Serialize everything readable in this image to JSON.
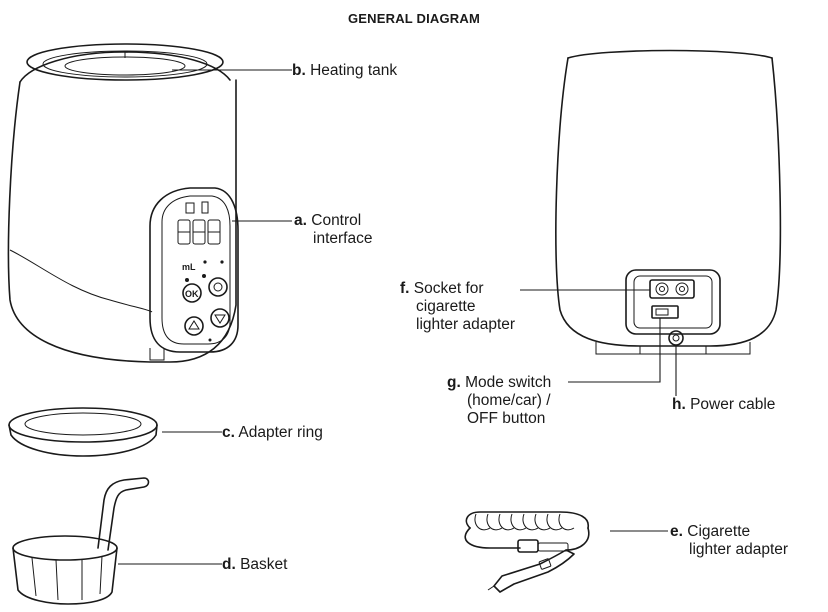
{
  "title": "GENERAL DIAGRAM",
  "parts": {
    "heating_tank": {
      "letter": "b.",
      "lines": [
        "Heating tank"
      ]
    },
    "control_interface": {
      "letter": "a.",
      "lines": [
        "Control",
        "interface"
      ]
    },
    "adapter_ring": {
      "letter": "c.",
      "lines": [
        "Adapter ring"
      ]
    },
    "basket": {
      "letter": "d.",
      "lines": [
        "Basket"
      ]
    },
    "socket": {
      "letter": "f.",
      "lines": [
        "Socket for",
        "cigarette",
        "lighter adapter"
      ]
    },
    "mode_switch": {
      "letter": "g.",
      "lines": [
        "Mode switch",
        "(home/car) /",
        "OFF button"
      ]
    },
    "power_cable": {
      "letter": "h.",
      "lines": [
        "Power cable"
      ]
    },
    "cigarette_adapter": {
      "letter": "e.",
      "lines": [
        "Cigarette",
        "lighter adapter"
      ]
    }
  },
  "panel_text": {
    "ok": "OK",
    "ml": "mL",
    "digits": "888"
  }
}
